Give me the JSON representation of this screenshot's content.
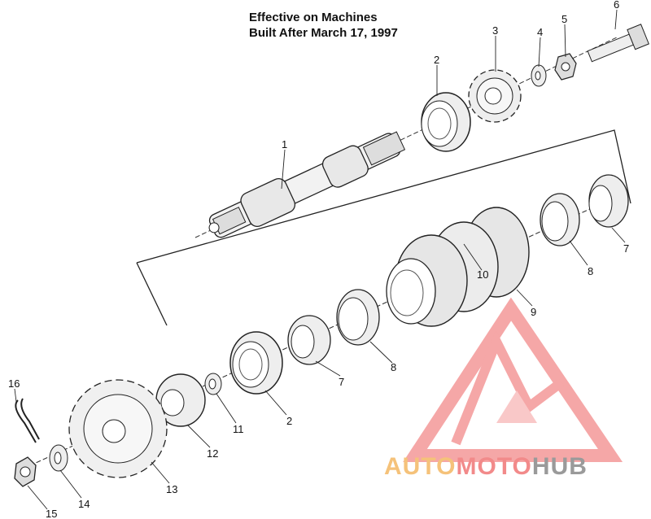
{
  "note": {
    "line1": "Effective on Machines",
    "line2": "Built After March 17, 1997"
  },
  "callouts": [
    "1",
    "2",
    "3",
    "4",
    "5",
    "6",
    "7",
    "8",
    "9",
    "10",
    "7",
    "8",
    "2",
    "11",
    "12",
    "13",
    "14",
    "15",
    "16"
  ],
  "watermark": {
    "word1": "AUTO",
    "word2": "MOTO",
    "word3": "HUB",
    "colors": {
      "primary": "#f28a8a",
      "secondary": "#f5c27a",
      "tertiary": "#9a9a9a"
    }
  }
}
